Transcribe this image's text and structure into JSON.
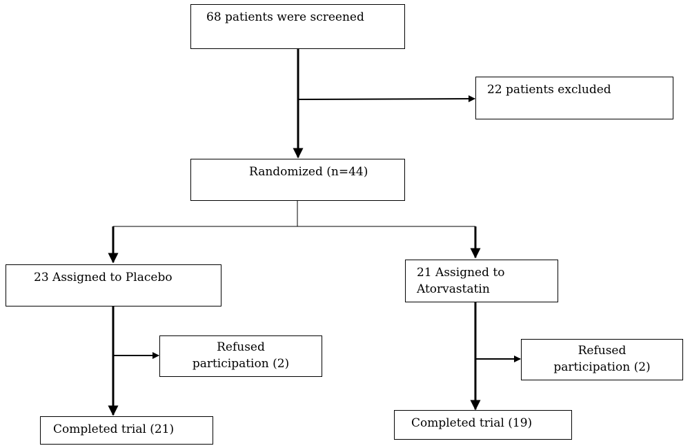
{
  "flowchart": {
    "screened": "68 patients were screened",
    "excluded": "22 patients excluded",
    "randomized": "Randomized (n=44)",
    "placebo_arm": "23 Assigned to Placebo",
    "atorvastatin_arm_line1": "21 Assigned to",
    "atorvastatin_arm_line2": "Atorvastatin",
    "placebo_refused_line1": "Refused",
    "placebo_refused_line2": "participation (2)",
    "atorvastatin_refused_line1": "Refused",
    "atorvastatin_refused_line2": "participation (2)",
    "placebo_completed": "Completed trial (21)",
    "atorvastatin_completed": "Completed trial (19)"
  },
  "colors": {
    "line": "#000000",
    "box_border": "#000000",
    "background": "#ffffff"
  }
}
